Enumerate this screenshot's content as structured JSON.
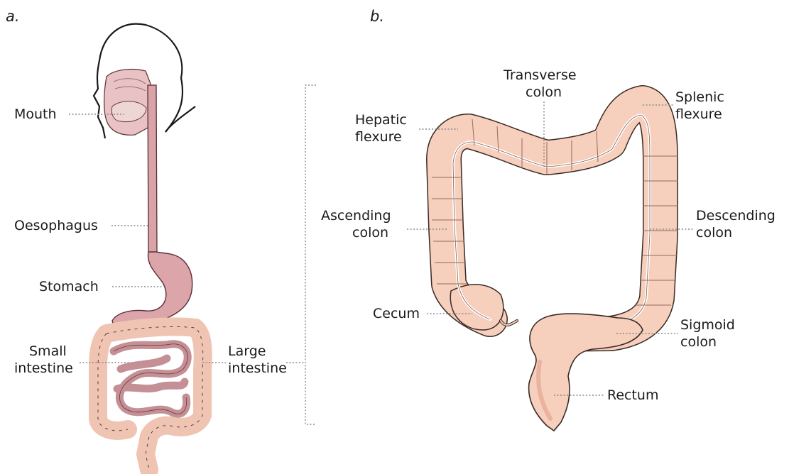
{
  "panels": {
    "a": "a.",
    "b": "b."
  },
  "labels": {
    "mouth": "Mouth",
    "oesophagus": "Oesophagus",
    "stomach": "Stomach",
    "small_intestine": [
      "Small",
      "intestine"
    ],
    "large_intestine": [
      "Large",
      "intestine"
    ],
    "transverse_colon": [
      "Transverse",
      "colon"
    ],
    "hepatic_flexure": [
      "Hepatic",
      "flexure"
    ],
    "splenic_flexure": [
      "Splenic",
      "flexure"
    ],
    "ascending_colon": [
      "Ascending",
      "colon"
    ],
    "descending_colon": [
      "Descending",
      "colon"
    ],
    "cecum": "Cecum",
    "sigmoid_colon": [
      "Sigmoid",
      "colon"
    ],
    "rectum": "Rectum"
  },
  "colors": {
    "colon_fill": "#f6cfbd",
    "colon_stroke": "#3a2a25",
    "colon_shade": "#eab3a0",
    "digestive_fill": "#d9a3a8",
    "mouth_fill": "#e8c2c4",
    "leader_line": "#8a8a8a"
  }
}
